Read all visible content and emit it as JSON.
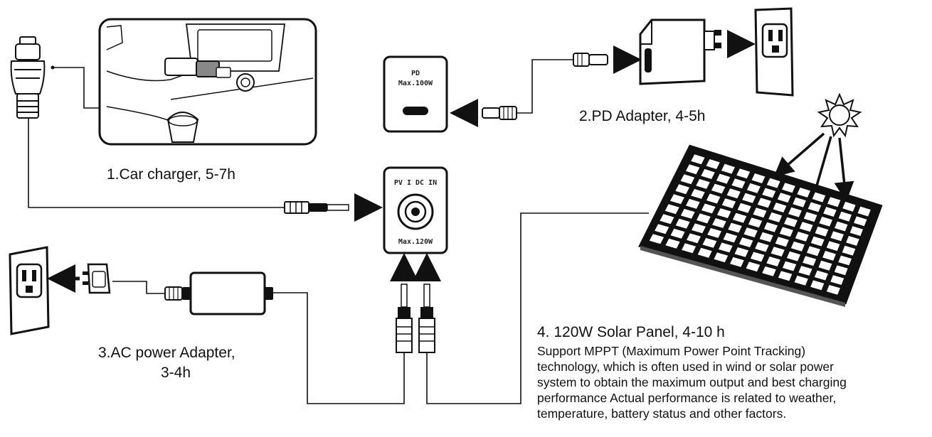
{
  "ports": {
    "pd_port": {
      "line1": "PD",
      "line2": "Max.100W"
    },
    "dc_port": {
      "label": "PV I DC IN",
      "max": "Max.120W"
    }
  },
  "methods": {
    "car": {
      "label": "1.Car charger, 5-7h"
    },
    "pd": {
      "label": "2.PD Adapter, 4-5h"
    },
    "ac": {
      "line1": "3.AC power Adapter,",
      "line2": "3-4h"
    },
    "solar": {
      "title": "4. 120W Solar Panel, 4-10 h",
      "desc": [
        "Support MPPT (Maximum Power Point Tracking)",
        "technology, which is often used in wind or solar power",
        "system to obtain the maximum output and best charging",
        "performance Actual performance is related to weather,",
        "temperature, battery status and other factors."
      ]
    }
  },
  "icons": [
    "car-charger-plug-icon",
    "car-interior-icon",
    "wall-outlet-icon",
    "usb-c-wall-adapter-icon",
    "sun-icon",
    "solar-panel-icon",
    "ac-power-brick-icon",
    "dc-connector-icon",
    "arrow-icon"
  ]
}
